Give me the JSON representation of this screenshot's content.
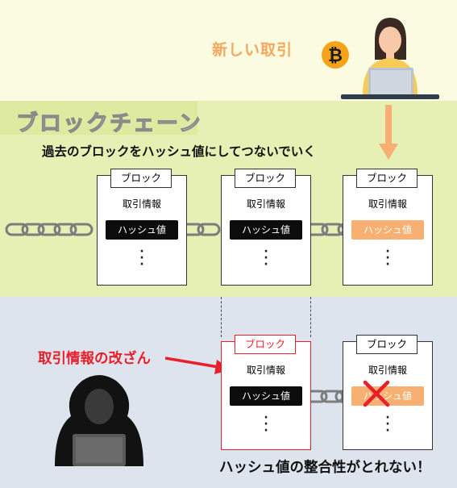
{
  "new_transaction": "新しい取引",
  "blockchain_title": "ブロックチェーン",
  "caption": "過去のブロックをハッシュ値にしてつないでいく",
  "tamper_label": "取引情報の改ざん",
  "conclusion": "ハッシュ値の整合性がとれない！",
  "top_blocks": [
    {
      "header": "ブロック",
      "info": "取引情報",
      "hash": "ハッシュ値"
    },
    {
      "header": "ブロック",
      "info": "取引情報",
      "hash": "ハッシュ値"
    },
    {
      "header": "ブロック",
      "info": "取引情報",
      "hash": "ハッシュ値"
    }
  ],
  "bottom_blocks": [
    {
      "header": "ブロック",
      "info": "取引情報",
      "hash": "ハッシュ値"
    },
    {
      "header": "ブロック",
      "info": "取引情報",
      "hash": "ハッシュ値"
    }
  ],
  "colors": {
    "accent_orange": "#f5a85d",
    "alert_red": "#e8202a",
    "band_top": "#fafbe0",
    "band_mid": "#e6efb4",
    "band_bottom": "#dde4ee"
  },
  "icons": [
    "bitcoin-icon",
    "person-laptop-icon",
    "hacker-icon",
    "chain-icon",
    "arrow-down-icon",
    "arrow-right-icon",
    "cross-mark-icon"
  ]
}
